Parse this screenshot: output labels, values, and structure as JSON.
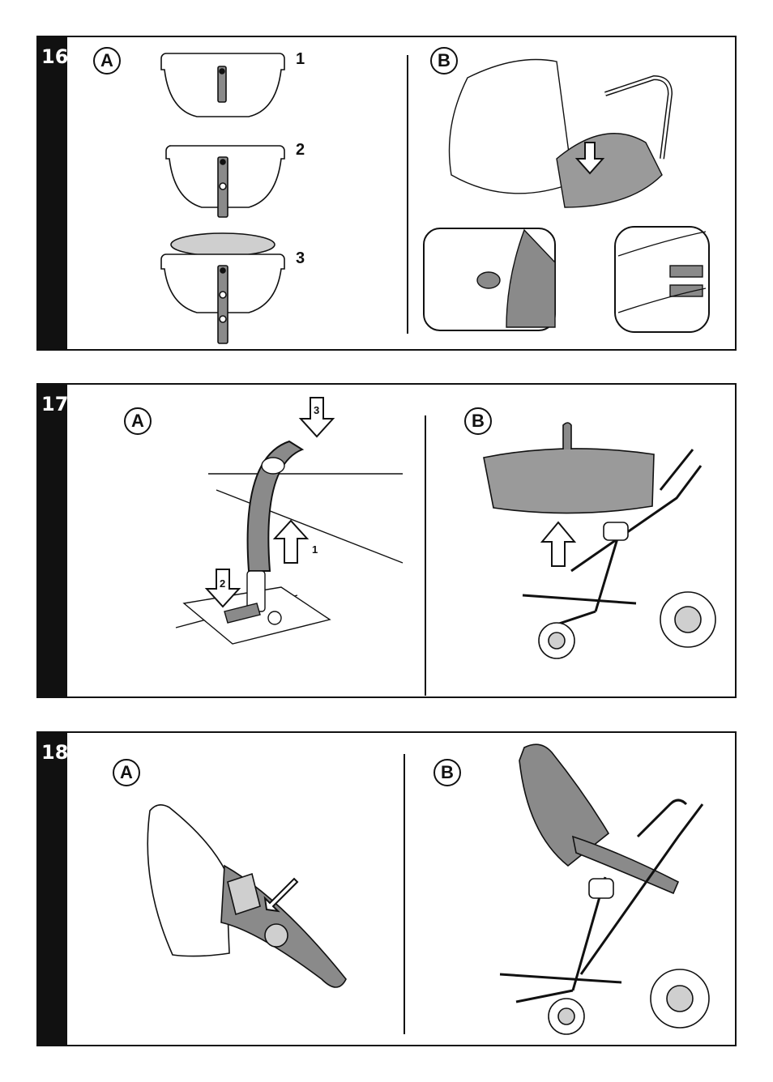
{
  "steps": [
    {
      "number": "16",
      "part_a": "A",
      "part_b": "B",
      "substeps": [
        "1",
        "2",
        "3"
      ]
    },
    {
      "number": "17",
      "part_a": "A",
      "part_b": "B",
      "arrows": [
        "3",
        "2",
        "1"
      ]
    },
    {
      "number": "18",
      "part_a": "A",
      "part_b": "B"
    }
  ],
  "colors": {
    "ink": "#111111",
    "fill_gray": "#8a8a8a",
    "light_gray": "#cfcfcf"
  }
}
